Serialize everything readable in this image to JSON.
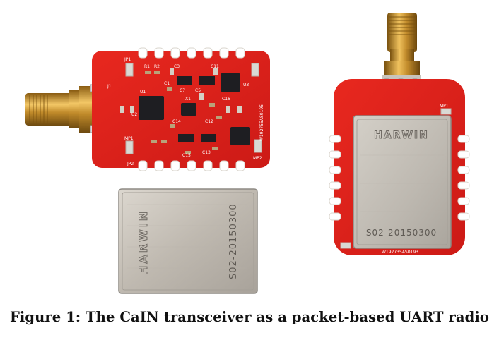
{
  "figure": {
    "caption": "Figure 1: The CaIN transceiver as a packet-based UART radio",
    "colors": {
      "pcb_red": "#e0201c",
      "pcb_dark_red": "#b81412",
      "shield_silver": "#c9c4bc",
      "gold": "#c9952a",
      "chip_black": "#1e1e22"
    },
    "left_board": {
      "silkscreen": {
        "jp1": "JP1",
        "jp2": "JP2",
        "mp1": "MP1",
        "mp2": "MP2",
        "j1": "J1",
        "u1": "U1",
        "u2": "U2",
        "u3": "U3",
        "r1": "R1",
        "r2": "R2",
        "c1": "C1",
        "c3": "C3",
        "c5": "C5",
        "c7": "C7",
        "c11": "C11",
        "c12": "C12",
        "c13": "C13",
        "c14": "C14",
        "c15": "C15",
        "c16": "C16",
        "x1": "X1",
        "pn": "W192755AS0195"
      }
    },
    "shield_loose": {
      "brand": "HARWIN",
      "part_no": "S02-20150300"
    },
    "right_board": {
      "shield_brand": "HARWIN",
      "shield_part_no": "S02-20150300",
      "silkscreen": {
        "mp1": "MP1",
        "pn": "W192735AS0193"
      }
    }
  }
}
